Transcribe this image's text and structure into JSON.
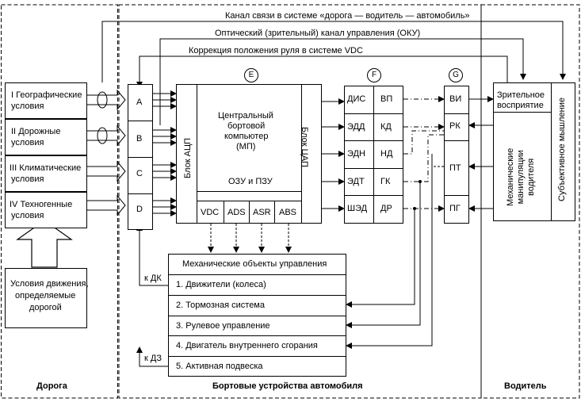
{
  "channels": {
    "road_driver_car": "Канал связи в системе «дорога — водитель — автомобиль»",
    "optical": "Оптический (зрительный) канал управления (ОКУ)",
    "steer_vdc": "Коррекция положения руля в системе VDC"
  },
  "road": {
    "conditions": [
      {
        "num": "I",
        "text1": "Географические",
        "text2": "условия"
      },
      {
        "num": "II",
        "text1": "Дорожные",
        "text2": "условия"
      },
      {
        "num": "III",
        "text1": "Климатические",
        "text2": "условия"
      },
      {
        "num": "IV",
        "text1": "Техногенные",
        "text2": "условия"
      }
    ],
    "motion_line1": "Условия движения,",
    "motion_line2": "определяемые",
    "motion_line3": "дорогой",
    "footer": "Дорога"
  },
  "sensors": [
    "A",
    "B",
    "C",
    "D"
  ],
  "groups": {
    "e": "E",
    "f": "F",
    "g": "G"
  },
  "computer": {
    "adc": "Блок АЦП",
    "dac": "Блок ЦАП",
    "cpu1": "Центральный",
    "cpu2": "бортовой",
    "cpu3": "компьютер",
    "cpu4": "(МП)",
    "memory": "ОЗУ и ПЗУ",
    "subsystems": [
      "VDC",
      "ADS",
      "ASR",
      "ABS"
    ]
  },
  "actuators": {
    "left": [
      "ДИС",
      "ЭДД",
      "ЭДН",
      "ЭДТ",
      "ШЭД"
    ],
    "right": [
      "ВП",
      "КД",
      "НД",
      "ГК",
      "ДР"
    ]
  },
  "g_items": [
    "ВИ",
    "РК",
    "ПТ",
    "ПГ"
  ],
  "mech": {
    "title": "Механические объекты управления",
    "items": [
      "1. Движители (колеса)",
      "2. Тормозная система",
      "3. Рулевое управление",
      "4. Двигатель внутреннего сгорания",
      "5. Активная подвеска"
    ],
    "k_dk": "к ДК",
    "k_dz": "к ДЗ"
  },
  "onboard_footer": "Бортовые устройства автомобиля",
  "driver": {
    "visual1": "Зрительное",
    "visual2": "восприятие",
    "manip1": "Механические",
    "manip2": "манипуляции",
    "manip3": "водителя",
    "subjective": "Субъективное мышление",
    "footer": "Водитель"
  }
}
